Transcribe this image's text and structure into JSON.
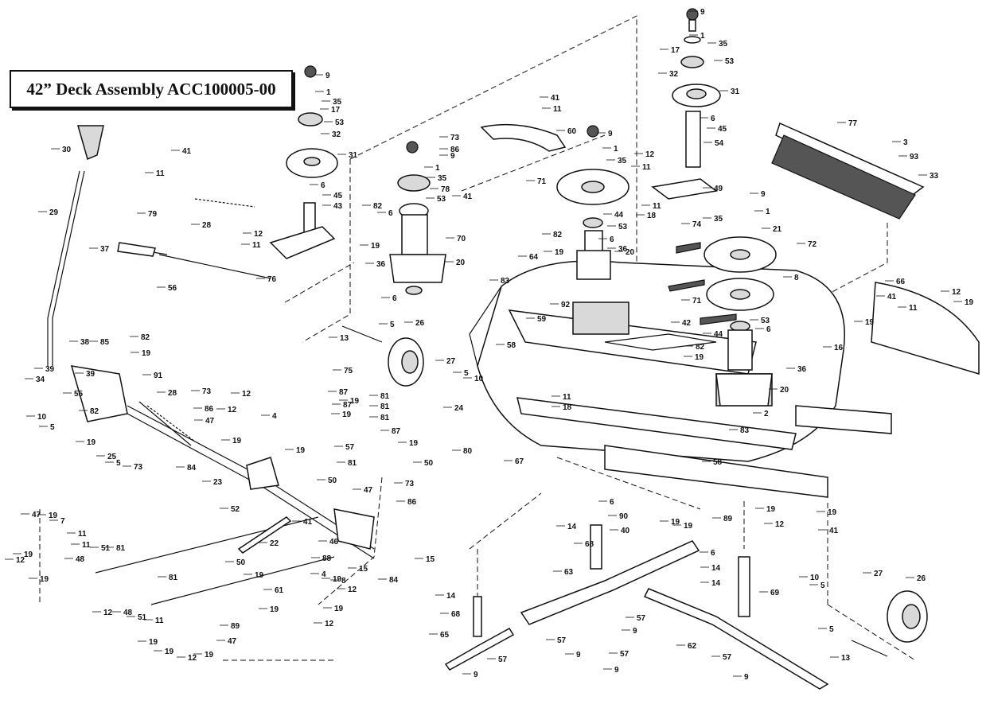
{
  "title": "42” Deck Assembly ACC100005-00",
  "callouts": [
    "1",
    "2",
    "3",
    "4",
    "5",
    "6",
    "7",
    "8",
    "9",
    "10",
    "11",
    "12",
    "13",
    "14",
    "15",
    "16",
    "17",
    "18",
    "19",
    "20",
    "21",
    "22",
    "23",
    "24",
    "25",
    "26",
    "27",
    "28",
    "29",
    "30",
    "31",
    "32",
    "33",
    "34",
    "35",
    "36",
    "37",
    "38",
    "39",
    "40",
    "41",
    "42",
    "43",
    "44",
    "45",
    "46",
    "47",
    "48",
    "49",
    "50",
    "51",
    "52",
    "53",
    "54",
    "55",
    "56",
    "57",
    "58",
    "59",
    "60",
    "61",
    "62",
    "63",
    "64",
    "65",
    "66",
    "67",
    "68",
    "69",
    "70",
    "71",
    "72",
    "73",
    "74",
    "75",
    "76",
    "77",
    "78",
    "79",
    "80",
    "81",
    "82",
    "83",
    "84",
    "85",
    "86",
    "87",
    "88",
    "89",
    "90",
    "91",
    "92",
    "93"
  ]
}
